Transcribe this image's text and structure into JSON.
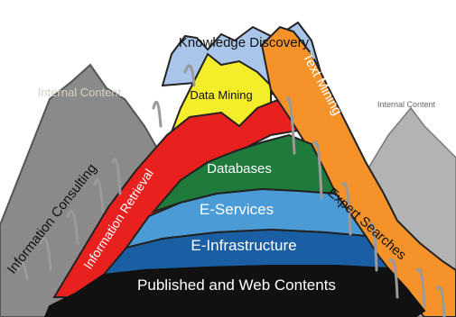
{
  "layers": {
    "top": "Knowledge Discovery",
    "data_mining": "Data Mining",
    "databases": "Databases",
    "e_services": "E-Services",
    "e_infrastructure": "E-Infrastructure",
    "base": "Published and Web Contents"
  },
  "sides": {
    "information_retrieval": "Information Retrieval",
    "text_mining": "Text Mining",
    "information_consulting": "Information Consulting",
    "expert_searches": "Expert Searches",
    "internal_content_left": "Internal Content",
    "internal_content_right": "Internal Content"
  },
  "colors": {
    "top": "#a9c6ea",
    "data_mining": "#f4ee2a",
    "red": "#e8201e",
    "databases": "#1f7a3c",
    "e_services": "#4a9bd6",
    "e_infrastructure": "#1a5fa3",
    "base": "#111111",
    "orange": "#f5922a",
    "grey_mountain": "#8a8a8a",
    "light_mountain": "#b3b3b3"
  }
}
